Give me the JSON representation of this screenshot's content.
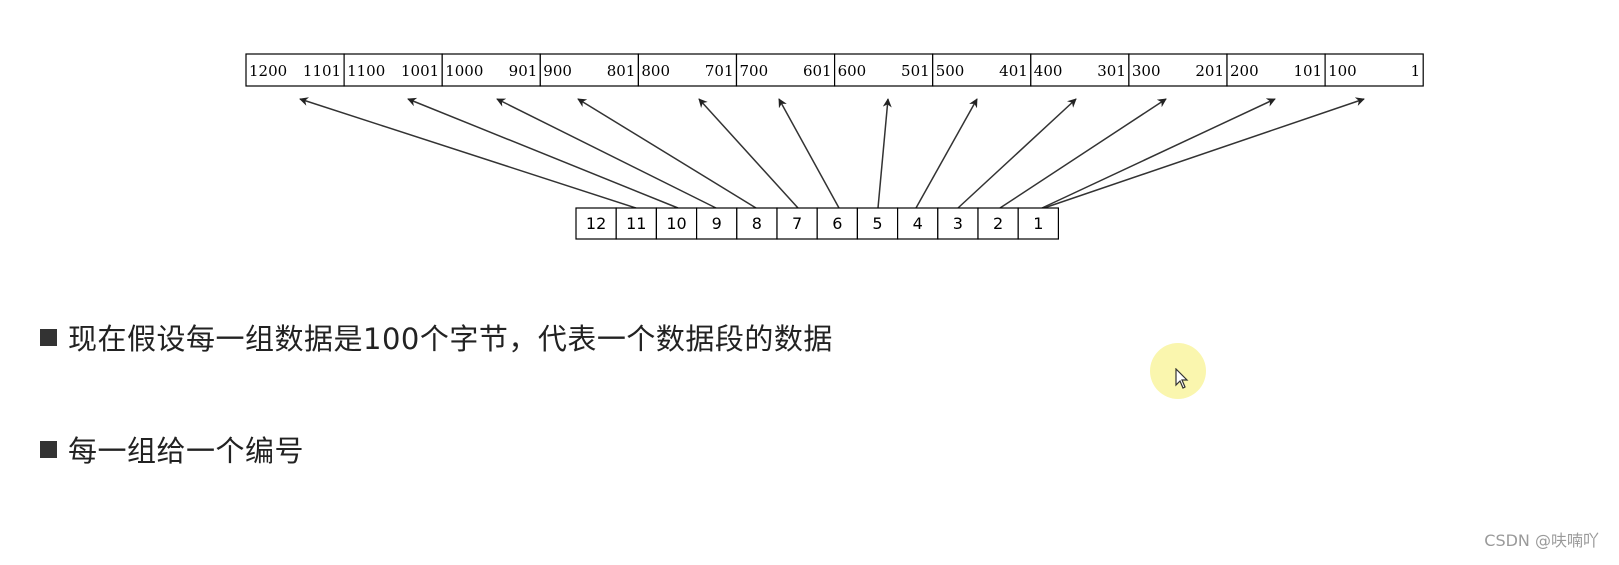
{
  "diagram": {
    "ranges": [
      {
        "high": "1200",
        "low": "1101"
      },
      {
        "high": "1100",
        "low": "1001"
      },
      {
        "high": "1000",
        "low": "901"
      },
      {
        "high": "900",
        "low": "801"
      },
      {
        "high": "800",
        "low": "701"
      },
      {
        "high": "700",
        "low": "601"
      },
      {
        "high": "600",
        "low": "501"
      },
      {
        "high": "500",
        "low": "401"
      },
      {
        "high": "400",
        "low": "301"
      },
      {
        "high": "300",
        "low": "201"
      },
      {
        "high": "200",
        "low": "101"
      },
      {
        "high": "100",
        "low": "1"
      }
    ],
    "numbers": [
      "12",
      "11",
      "10",
      "9",
      "8",
      "7",
      "6",
      "5",
      "4",
      "3",
      "2",
      "1"
    ]
  },
  "bullets": [
    "现在假设每一组数据是100个字节，代表一个数据段的数据",
    "每一组给一个编号"
  ],
  "watermark": "CSDN @呋喃吖",
  "colors": {
    "line": "#333333",
    "bullet": "#333333",
    "halo": "#faf5aa"
  },
  "icons": {
    "bullet": "square-bullet-icon",
    "cursor": "mouse-pointer-icon"
  }
}
